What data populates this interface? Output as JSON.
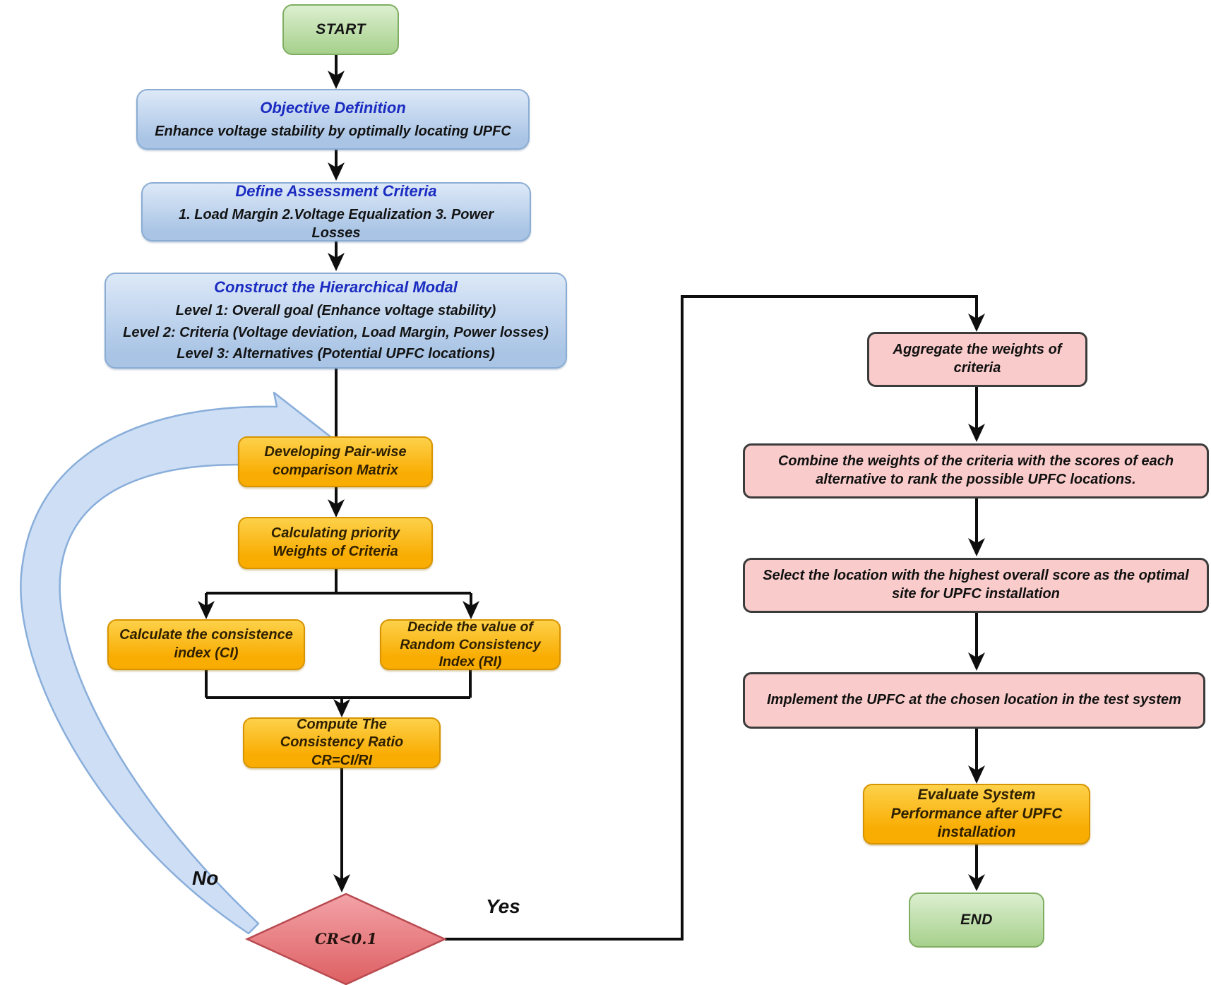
{
  "flowchart": {
    "start": {
      "label": "START"
    },
    "objective": {
      "title": "Objective Definition",
      "body": "Enhance voltage stability by optimally locating UPFC"
    },
    "criteria": {
      "title": "Define Assessment Criteria",
      "body": "1. Load Margin 2.Voltage Equalization 3. Power Losses"
    },
    "hierarchy": {
      "title": "Construct the Hierarchical Modal",
      "line1": "Level 1: Overall goal (Enhance voltage stability)",
      "line2": "Level 2: Criteria (Voltage deviation, Load Margin, Power losses)",
      "line3": "Level 3: Alternatives (Potential UPFC locations)"
    },
    "pairwise": {
      "label": "Developing Pair-wise comparison Matrix"
    },
    "weights": {
      "label": "Calculating priority Weights of Criteria"
    },
    "ci": {
      "label": "Calculate the consistence index (CI)"
    },
    "ri": {
      "label": "Decide the value of Random Consistency Index (RI)"
    },
    "ratio": {
      "label": "Compute The Consistency Ratio CR=CI/RI"
    },
    "decision": {
      "label": "CR<0.1",
      "no_label": "No",
      "yes_label": "Yes"
    },
    "aggregate": {
      "label": "Aggregate the weights of criteria"
    },
    "combine": {
      "label": "Combine the weights of the criteria with the scores of each alternative to rank the possible UPFC locations."
    },
    "select": {
      "label": "Select the location with the highest overall score as the optimal site for UPFC installation"
    },
    "implement": {
      "label": "Implement the UPFC at the chosen location in the test system"
    },
    "evaluate": {
      "label": "Evaluate System Performance after UPFC installation"
    },
    "end": {
      "label": "END"
    }
  },
  "colors": {
    "green1": "#dcefd0",
    "green2": "#a6d08c",
    "greenBorder": "#7fae62",
    "blue1": "#dde9f8",
    "blue2": "#a9c4e5",
    "blueBorder": "#8badd3",
    "blueHeading": "#1b2cc1",
    "orange1": "#fdd14a",
    "orange2": "#f9ad03",
    "orangeBorder": "#d89400",
    "orangeText": "#2e1f00",
    "pink1": "#f9cccb",
    "pinkBorder": "#3b3b3b",
    "red1": "#f3a3a8",
    "red2": "#dd5f62",
    "redBorder": "#b84a50",
    "loopFill": "#cddef5",
    "loopBorder": "#89aeda",
    "arrow": "#0e0e0e"
  }
}
